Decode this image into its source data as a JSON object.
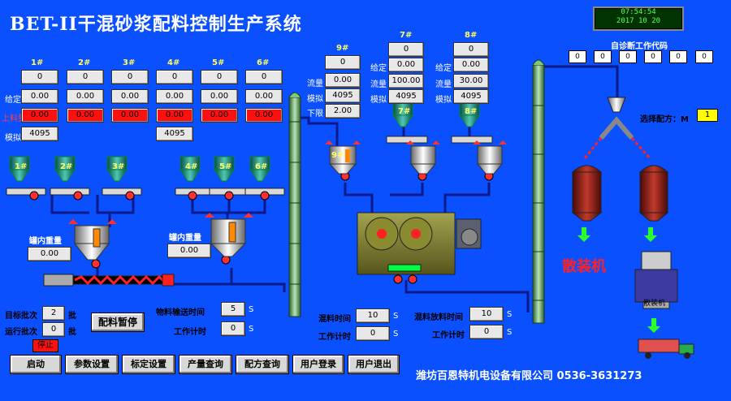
{
  "title": "BET-II干混砂浆配料控制生产系统",
  "clock": {
    "time": "07:54:54",
    "date": "2017  10  20"
  },
  "diagnosis": {
    "label": "自诊断工作代码",
    "codes": [
      "0",
      "0",
      "0",
      "0",
      "0",
      "0"
    ]
  },
  "recipe": {
    "label": "选择配方：M",
    "value": "1"
  },
  "left_rows": {
    "setpoint": "给定",
    "feed": "上料量",
    "analog": "模拟"
  },
  "bins": [
    {
      "id": "1#",
      "top": "0",
      "set": "0.00",
      "feed": "0.00",
      "analog": "4095"
    },
    {
      "id": "2#",
      "top": "0",
      "set": "0.00",
      "feed": "0.00"
    },
    {
      "id": "3#",
      "top": "0",
      "set": "0.00",
      "feed": "0.00"
    },
    {
      "id": "4#",
      "top": "0",
      "set": "0.00",
      "feed": "0.00",
      "analog": "4095"
    },
    {
      "id": "5#",
      "top": "0",
      "set": "0.00",
      "feed": "0.00"
    },
    {
      "id": "6#",
      "top": "0",
      "set": "0.00",
      "feed": "0.00"
    }
  ],
  "bin9": {
    "id": "9#",
    "top": "0",
    "flow": "0.00",
    "analog": "4095",
    "lower": "2.00"
  },
  "bin7": {
    "id": "7#",
    "top": "0",
    "set": "0.00",
    "flow": "100.00",
    "analog": "4095"
  },
  "bin8": {
    "id": "8#",
    "top": "0",
    "set": "0.00",
    "flow": "30.00",
    "analog": "4095"
  },
  "mid_labels": {
    "flow": "流量",
    "analog": "模拟",
    "lower": "下限",
    "set": "给定"
  },
  "hopper_labels": [
    "1#",
    "2#",
    "3#",
    "4#",
    "5#",
    "6#",
    "9#",
    "7#",
    "8#"
  ],
  "tank1": {
    "label": "罐内重量",
    "value": "0.00"
  },
  "tank2": {
    "label": "罐内重量",
    "value": "0.00"
  },
  "conveying": {
    "label": "物料输送时间",
    "value": "5",
    "unit": "S",
    "work_label": "工作计时",
    "work_value": "0",
    "work_unit": "S"
  },
  "mixing": {
    "label": "混料时间",
    "value": "10",
    "unit": "S",
    "work_label": "工作计时",
    "work_value": "0",
    "work_unit": "S"
  },
  "discharge": {
    "label": "混料放料时间",
    "value": "10",
    "unit": "S",
    "work_label": "工作计时",
    "work_value": "0",
    "work_unit": "S"
  },
  "batches": {
    "target_label": "目标批次",
    "target": "2",
    "run_label": "运行批次",
    "run": "0",
    "unit": "批"
  },
  "pause_button": "配料暂停",
  "stop_indicator": "停止",
  "bulk_label": "散装机",
  "bulk_machine_label": "散装机",
  "buttons": [
    "启动",
    "参数设置",
    "标定设置",
    "产量查询",
    "配方查询",
    "用户登录",
    "用户退出"
  ],
  "company": "潍坊百恩特机电设备有限公司 0536-3631273"
}
